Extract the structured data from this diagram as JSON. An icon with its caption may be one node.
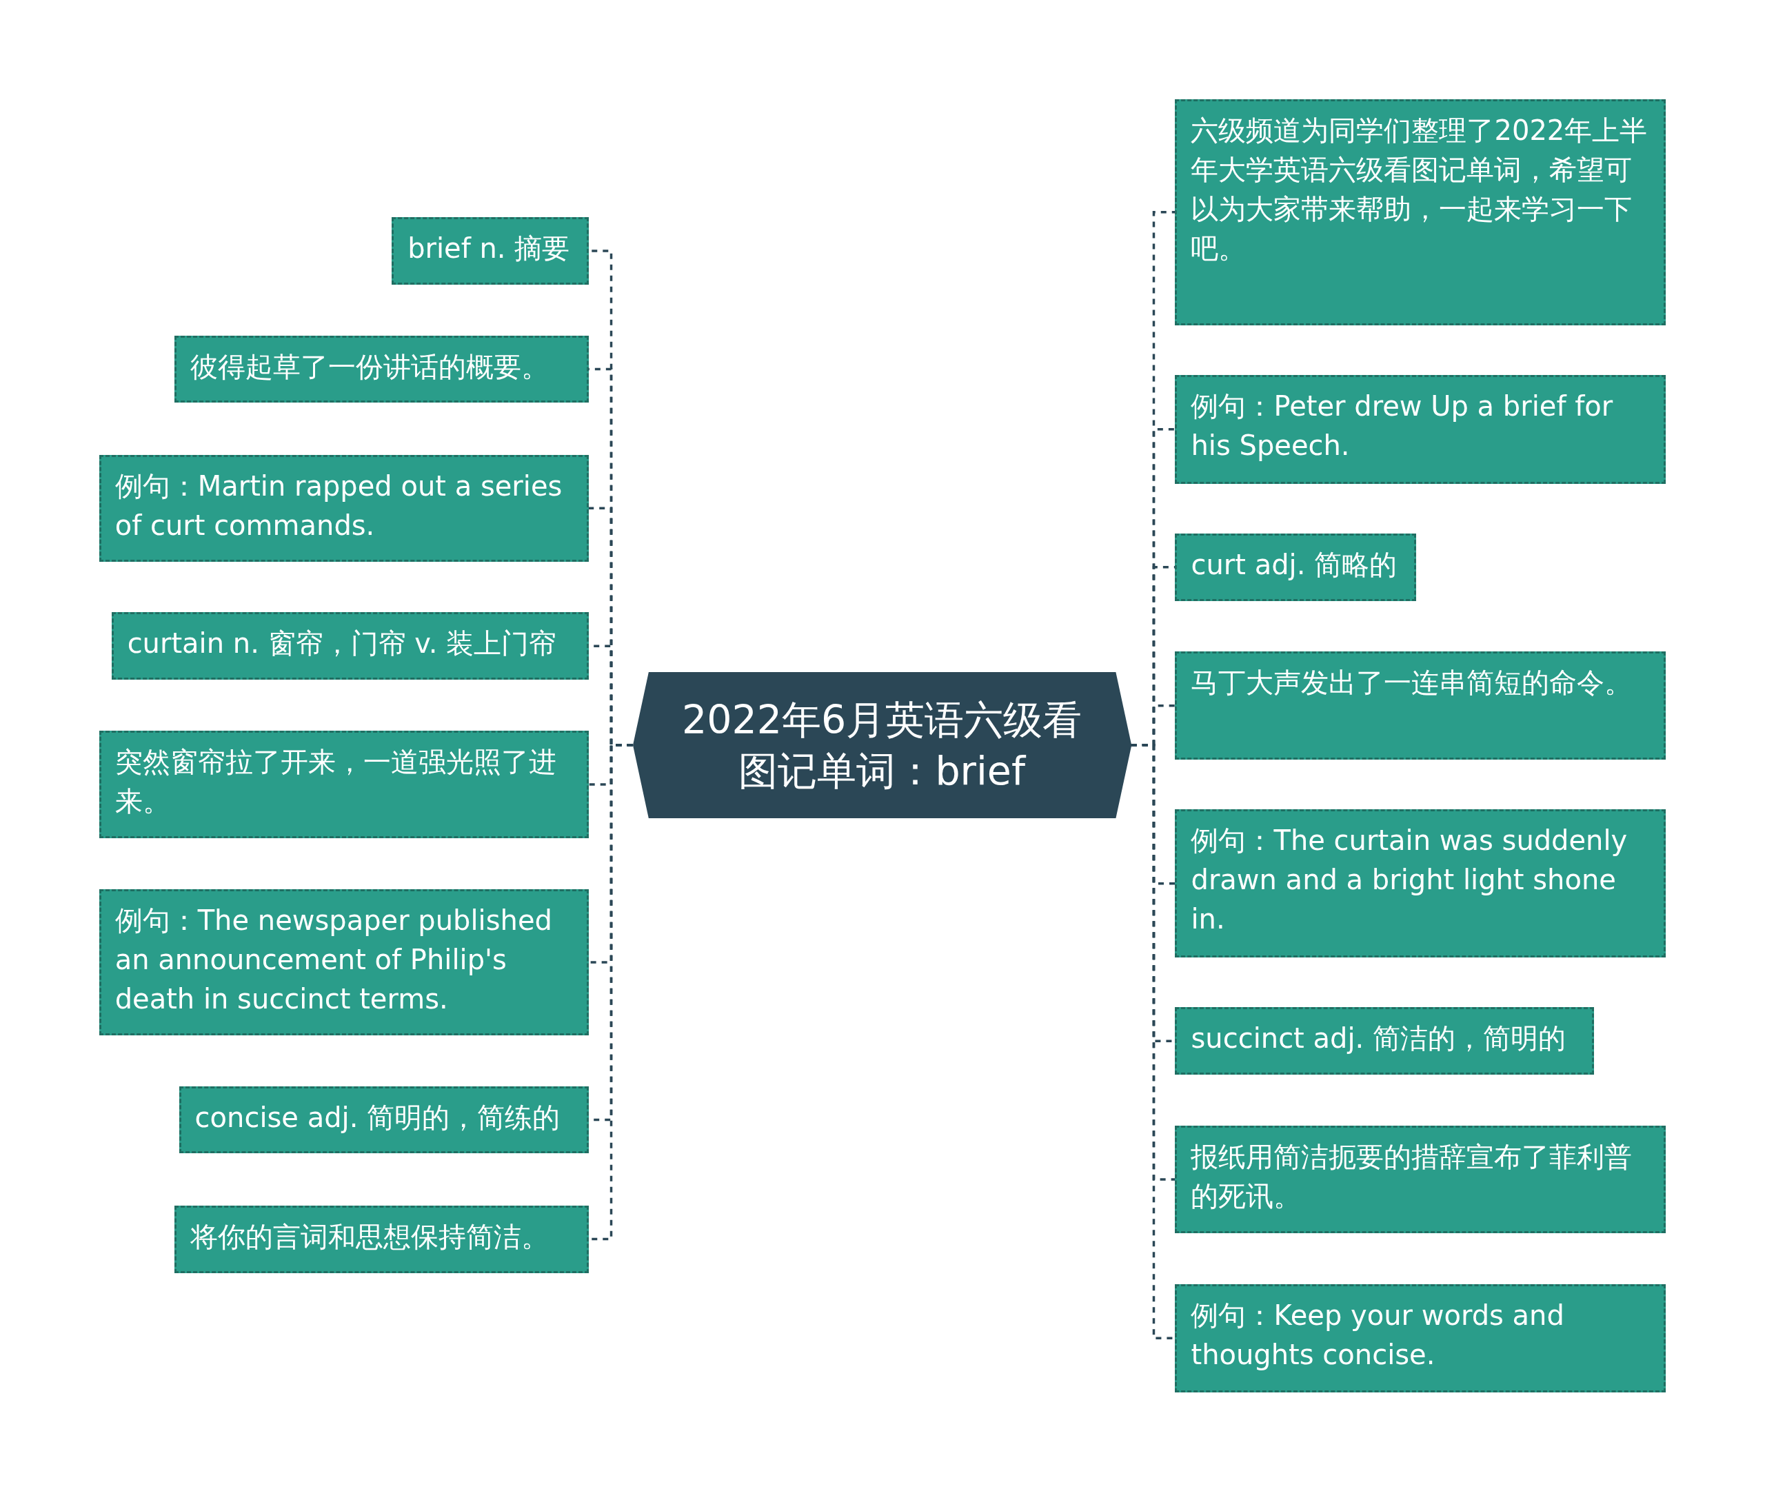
{
  "diagram": {
    "nodes": [
      {
        "text": [
          "2022年6月英语六级看图记单词：brief"
        ]
      },
      {
        "text": [
          "brief n. 摘要"
        ]
      },
      {
        "text": [
          "彼得起草了一份讲话的概要。"
        ]
      },
      {
        "text": [
          "例句：Martin rapped out a series of curt commands."
        ]
      },
      {
        "text": [
          "curtain n. 窗帘，门帘 v. 装上门帘"
        ]
      },
      {
        "text": [
          "突然窗帘拉了开来，一道强光照了进来。"
        ]
      },
      {
        "text": [
          "例句：The newspaper published an announcement of Philip's death in succinct terms."
        ]
      },
      {
        "text": [
          "concise adj. 简明的，简练的"
        ]
      },
      {
        "text": [
          "将你的言词和思想保持简洁。"
        ]
      },
      {
        "text": [
          "六级频道为同学们整理了2022年上半年大学英语六级看图记单词，希望可以为大家带来帮助，一起来学习一下吧。"
        ]
      },
      {
        "text": [
          "例句：Peter drew Up a brief for his Speech."
        ]
      },
      {
        "text": [
          "curt adj. 简略的"
        ]
      },
      {
        "text": [
          "马丁大声发出了一连串简短的命令。"
        ]
      },
      {
        "text": [
          "例句：The curtain was suddenly drawn and a bright light shone in."
        ]
      },
      {
        "text": [
          "succinct adj. 简洁的，简明的"
        ]
      },
      {
        "text": [
          "报纸用简洁扼要的措辞宣布了菲利普的死讯。"
        ]
      },
      {
        "text": [
          "例句：Keep your words and thoughts concise."
        ]
      }
    ],
    "edges": [
      {
        "from": 0,
        "to": 1,
        "arrow": "none",
        "style": "dashed"
      },
      {
        "from": 0,
        "to": 2,
        "arrow": "none",
        "style": "dashed"
      },
      {
        "from": 0,
        "to": 3,
        "arrow": "none",
        "style": "dashed"
      },
      {
        "from": 0,
        "to": 4,
        "arrow": "none",
        "style": "dashed"
      },
      {
        "from": 0,
        "to": 5,
        "arrow": "none",
        "style": "dashed"
      },
      {
        "from": 0,
        "to": 6,
        "arrow": "none",
        "style": "dashed"
      },
      {
        "from": 0,
        "to": 7,
        "arrow": "none",
        "style": "dashed"
      },
      {
        "from": 0,
        "to": 8,
        "arrow": "none",
        "style": "dashed"
      },
      {
        "from": 0,
        "to": 9,
        "arrow": "none",
        "style": "dashed"
      },
      {
        "from": 0,
        "to": 10,
        "arrow": "none",
        "style": "dashed"
      },
      {
        "from": 0,
        "to": 11,
        "arrow": "none",
        "style": "dashed"
      },
      {
        "from": 0,
        "to": 12,
        "arrow": "none",
        "style": "dashed"
      },
      {
        "from": 0,
        "to": 13,
        "arrow": "none",
        "style": "dashed"
      },
      {
        "from": 0,
        "to": 14,
        "arrow": "none",
        "style": "dashed"
      },
      {
        "from": 0,
        "to": 15,
        "arrow": "none",
        "style": "dashed"
      },
      {
        "from": 0,
        "to": 16,
        "arrow": "none",
        "style": "dashed"
      }
    ]
  }
}
